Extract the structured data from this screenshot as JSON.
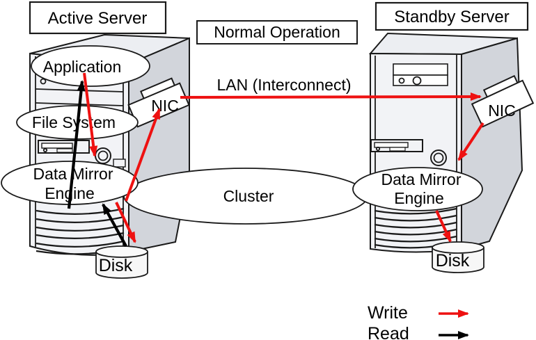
{
  "labels": {
    "active_server": "Active Server",
    "normal_operation": "Normal Operation",
    "standby_server": "Standby Server",
    "application": "Application",
    "file_system": "File System",
    "data_mirror_line1": "Data Mirror",
    "data_mirror_line2": "Engine",
    "cluster": "Cluster",
    "nic": "NIC",
    "lan": "LAN (Interconnect)",
    "disk": "Disk"
  },
  "legend": {
    "write": "Write",
    "read": "Read"
  },
  "colors": {
    "write_arrow": "#ee1111",
    "read_arrow": "#000000",
    "tower_front": "#f2f3f6",
    "tower_top": "#eceef2",
    "tower_side": "#d2d5db",
    "node_fill": "#ffffff",
    "outline": "#1a1a1a"
  }
}
